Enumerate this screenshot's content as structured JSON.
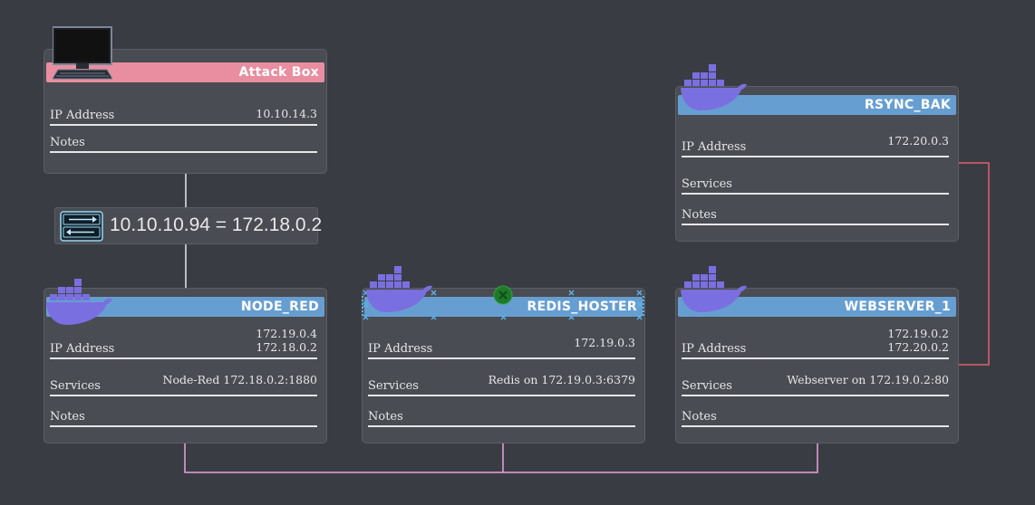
{
  "attack_box": {
    "title": "Attack Box",
    "ip_label": "IP Address",
    "ip_value": "10.10.14.3",
    "notes_label": "Notes",
    "icon": "computer-icon",
    "color": "#e88ea0"
  },
  "nat": {
    "text": "10.10.10.94 = 172.18.0.2",
    "icon": "router-icon"
  },
  "node_red": {
    "title": "NODE_RED",
    "ip_label": "IP Address",
    "ip_value_1": "172.19.0.4",
    "ip_value_2": "172.18.0.2",
    "services_label": "Services",
    "services_value": "Node-Red 172.18.0.2:1880",
    "notes_label": "Notes",
    "icon": "docker-icon"
  },
  "redis_hoster": {
    "title": "REDIS_HOSTER",
    "ip_label": "IP Address",
    "ip_value": "172.19.0.3",
    "services_label": "Services",
    "services_value": "Redis on 172.19.0.3:6379",
    "notes_label": "Notes",
    "icon": "docker-icon"
  },
  "webserver_1": {
    "title": "WEBSERVER_1",
    "ip_label": "IP Address",
    "ip_value_1": "172.19.0.2",
    "ip_value_2": "172.20.0.2",
    "services_label": "Services",
    "services_value": "Webserver on 172.19.0.2:80",
    "notes_label": "Notes",
    "icon": "docker-icon"
  },
  "rsync_bak": {
    "title": "RSYNC_BAK",
    "ip_label": "IP Address",
    "ip_value": "172.20.0.3",
    "services_label": "Services",
    "notes_label": "Notes",
    "icon": "docker-icon"
  },
  "colors": {
    "background": "#3a3c43",
    "container_band": "#679ed1",
    "attack_band": "#e88ea0",
    "link_white": "#e6e6e6",
    "link_pink": "#e6a3dc",
    "link_red": "#e0626a"
  }
}
